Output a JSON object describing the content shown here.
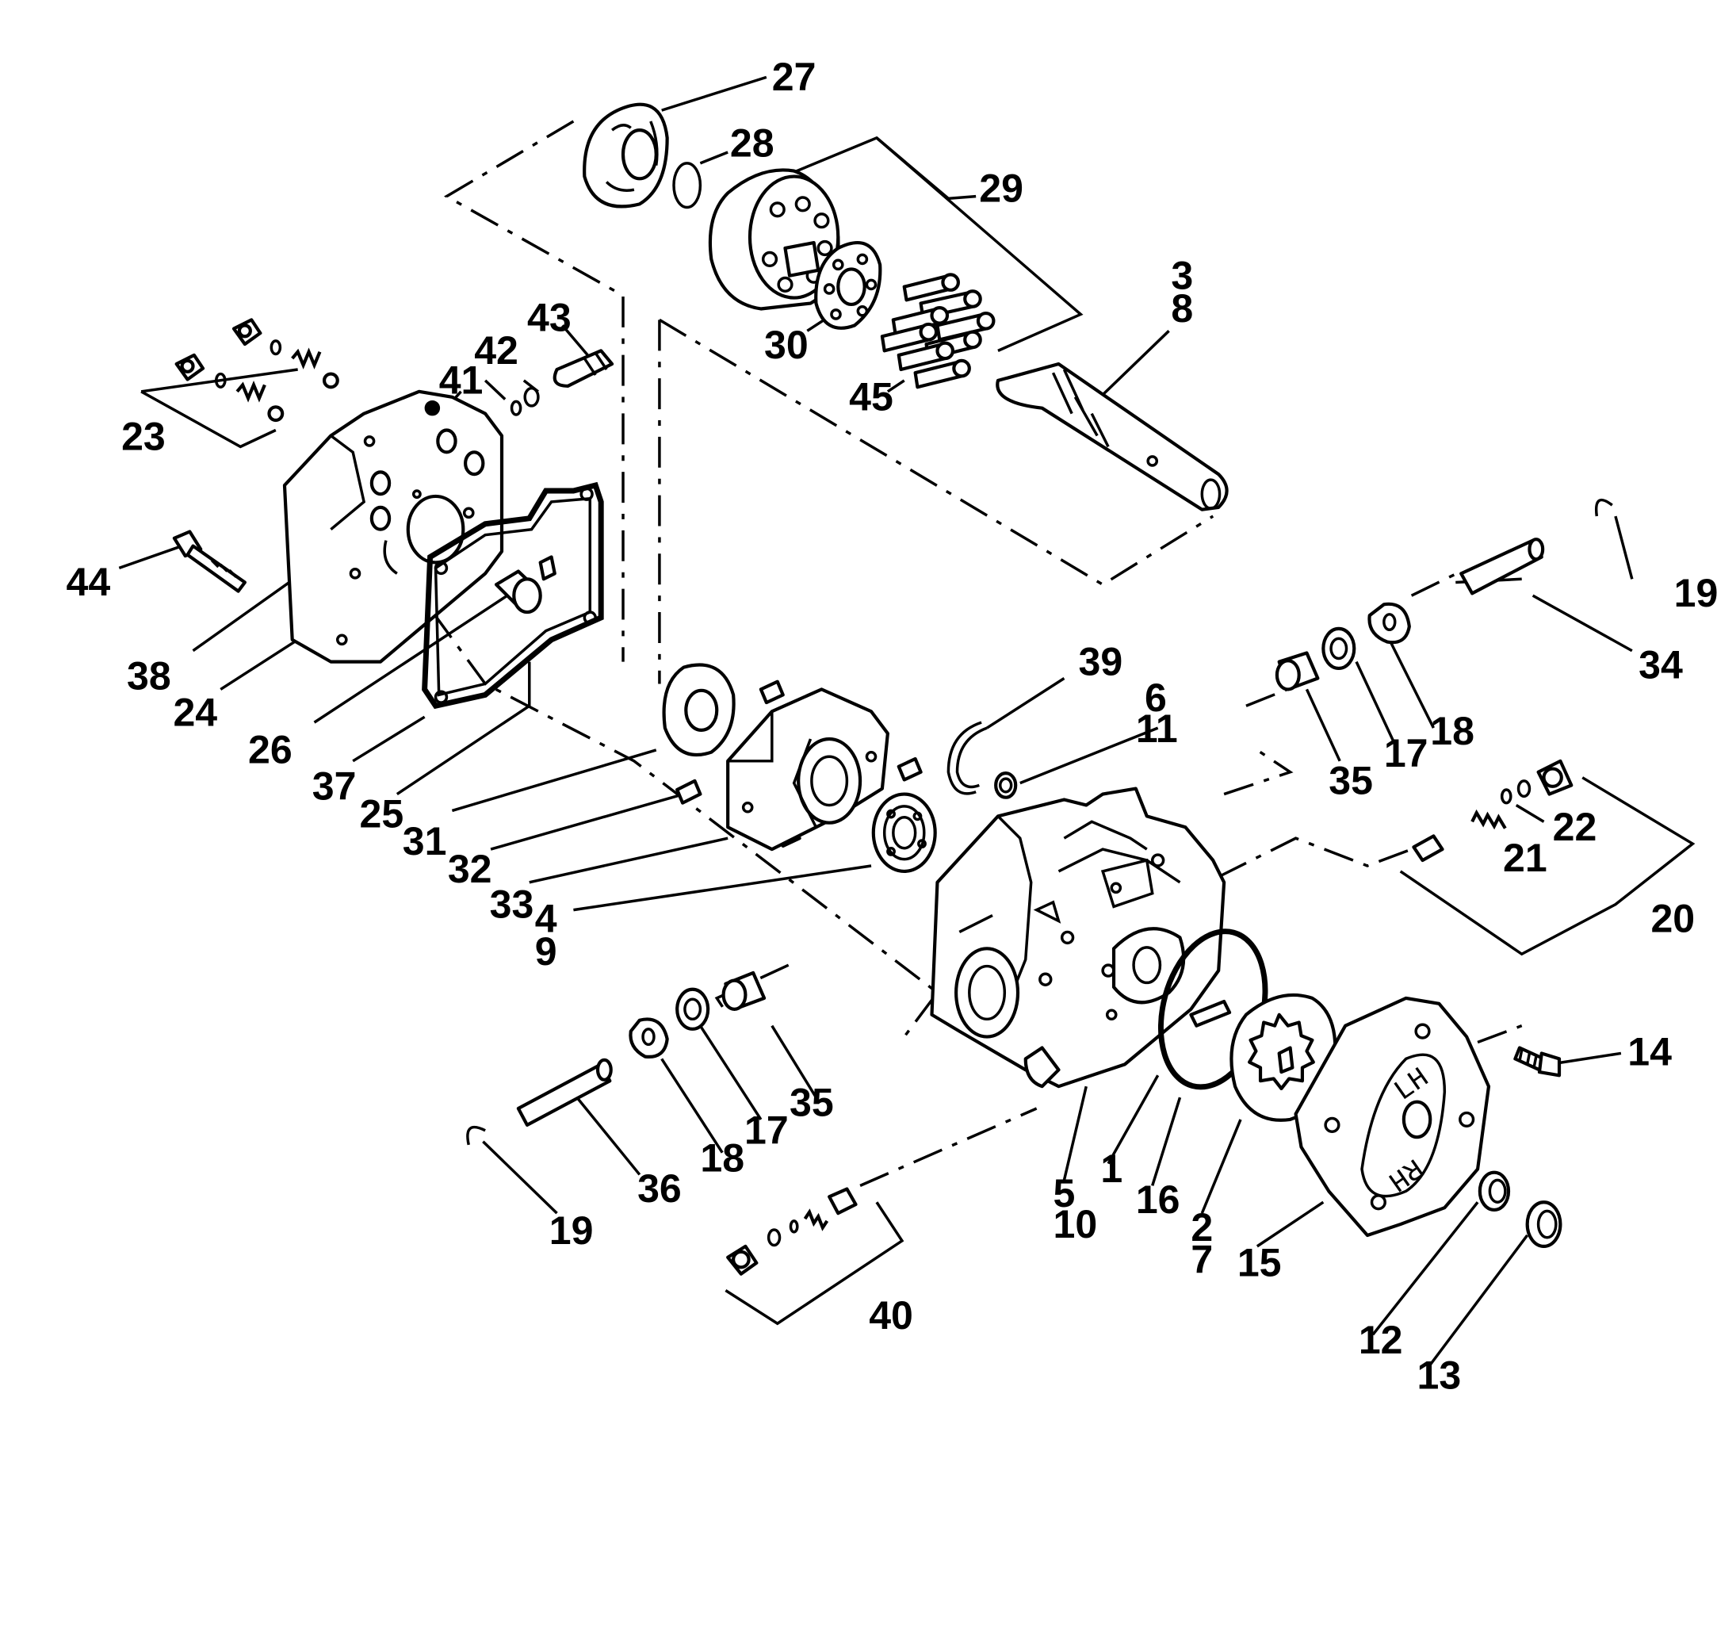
{
  "diagram": {
    "type": "exploded-parts-diagram",
    "stamp_text": {
      "lh": "LH",
      "rh": "RH"
    },
    "callouts": [
      {
        "id": "c27",
        "text": "27"
      },
      {
        "id": "c28",
        "text": "28"
      },
      {
        "id": "c29",
        "text": "29"
      },
      {
        "id": "c3",
        "text": "3"
      },
      {
        "id": "c8",
        "text": "8"
      },
      {
        "id": "c43",
        "text": "43"
      },
      {
        "id": "c42",
        "text": "42"
      },
      {
        "id": "c41",
        "text": "41"
      },
      {
        "id": "c30",
        "text": "30"
      },
      {
        "id": "c45",
        "text": "45"
      },
      {
        "id": "c23",
        "text": "23"
      },
      {
        "id": "c44",
        "text": "44"
      },
      {
        "id": "c38",
        "text": "38"
      },
      {
        "id": "c24",
        "text": "24"
      },
      {
        "id": "c26",
        "text": "26"
      },
      {
        "id": "c37",
        "text": "37"
      },
      {
        "id": "c25",
        "text": "25"
      },
      {
        "id": "c31",
        "text": "31"
      },
      {
        "id": "c32",
        "text": "32"
      },
      {
        "id": "c33",
        "text": "33"
      },
      {
        "id": "c39",
        "text": "39"
      },
      {
        "id": "c6",
        "text": "6"
      },
      {
        "id": "c11",
        "text": "11"
      },
      {
        "id": "c4",
        "text": "4"
      },
      {
        "id": "c9",
        "text": "9"
      },
      {
        "id": "c19a",
        "text": "19"
      },
      {
        "id": "c34",
        "text": "34"
      },
      {
        "id": "c35a",
        "text": "35"
      },
      {
        "id": "c17a",
        "text": "17"
      },
      {
        "id": "c18a",
        "text": "18"
      },
      {
        "id": "c22",
        "text": "22"
      },
      {
        "id": "c21",
        "text": "21"
      },
      {
        "id": "c20",
        "text": "20"
      },
      {
        "id": "c14",
        "text": "14"
      },
      {
        "id": "c35b",
        "text": "35"
      },
      {
        "id": "c17b",
        "text": "17"
      },
      {
        "id": "c18b",
        "text": "18"
      },
      {
        "id": "c36",
        "text": "36"
      },
      {
        "id": "c19b",
        "text": "19"
      },
      {
        "id": "c40",
        "text": "40"
      },
      {
        "id": "c5",
        "text": "5"
      },
      {
        "id": "c10",
        "text": "10"
      },
      {
        "id": "c1",
        "text": "1"
      },
      {
        "id": "c16",
        "text": "16"
      },
      {
        "id": "c2",
        "text": "2"
      },
      {
        "id": "c7",
        "text": "7"
      },
      {
        "id": "c15",
        "text": "15"
      },
      {
        "id": "c12",
        "text": "12"
      },
      {
        "id": "c13",
        "text": "13"
      }
    ]
  }
}
